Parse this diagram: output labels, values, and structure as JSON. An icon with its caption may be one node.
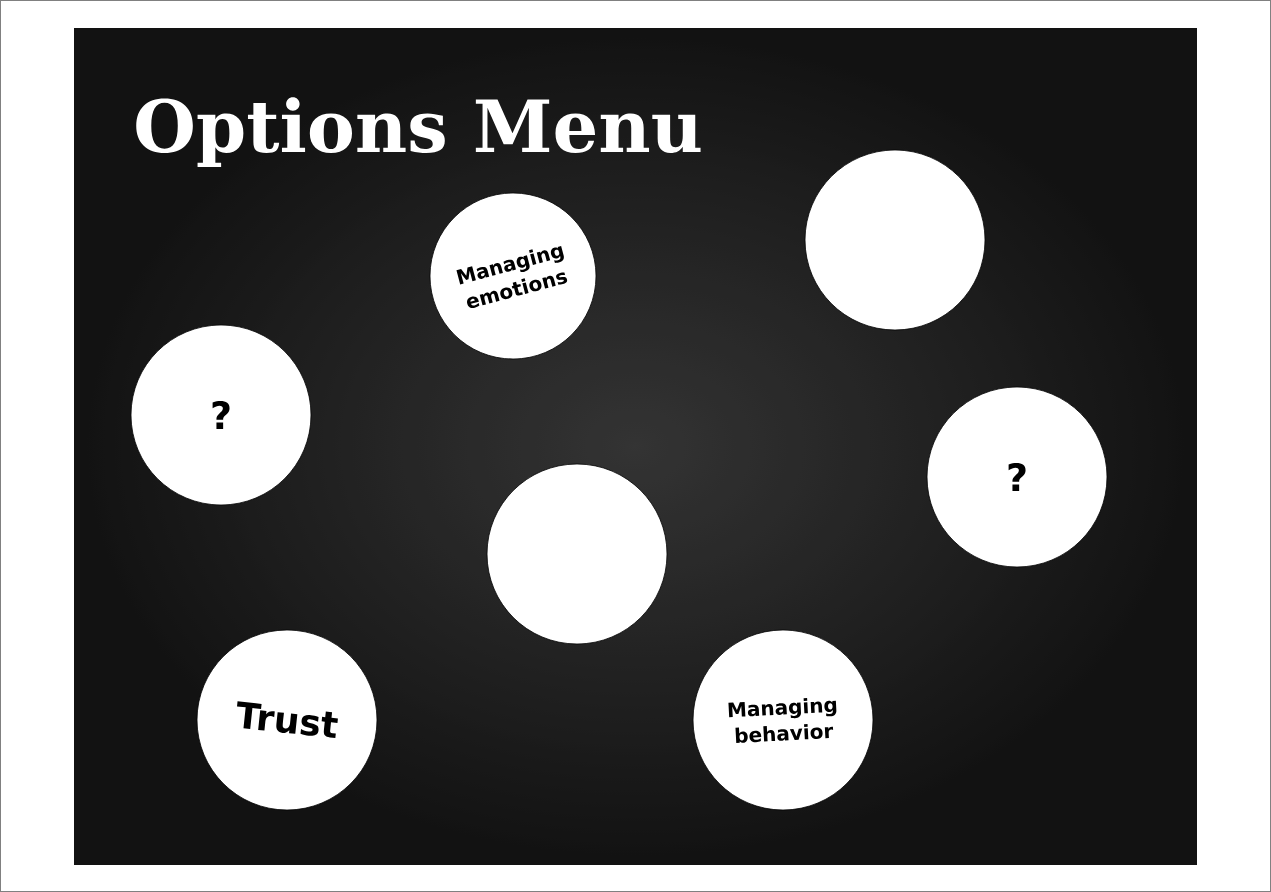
{
  "diagram": {
    "title": "Options Menu",
    "nodes": [
      {
        "text": [
          "Managing emotions"
        ]
      },
      {
        "text": [],
        "shape": "circle"
      },
      {
        "text": [
          "?"
        ]
      },
      {
        "text": [],
        "shape": "circle"
      },
      {
        "text": [
          "?"
        ]
      },
      {
        "text": [
          "Trust"
        ]
      },
      {
        "text": [
          "Managing behavior"
        ]
      }
    ]
  }
}
